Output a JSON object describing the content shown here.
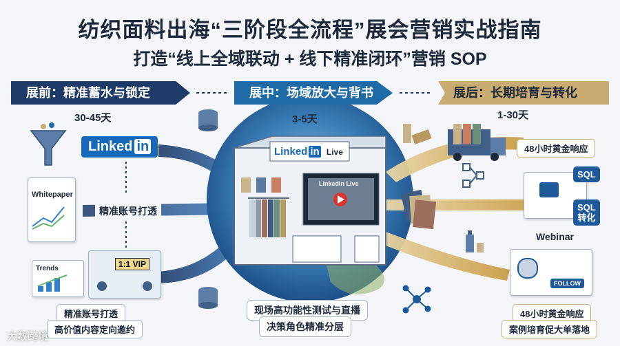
{
  "title": "纺织面料出海“三阶段全流程”展会营销实战指南",
  "subtitle": "打造“线上全域联动 + 线下精准闭环”营销 SOP",
  "phases": {
    "pre": {
      "label": "展前：精准蓄水与锁定",
      "duration": "30-45天"
    },
    "mid": {
      "label": "展中：场域放大与背书",
      "duration": "3-5天"
    },
    "post": {
      "label": "展后：长期培育与转化",
      "duration": "1-30天"
    }
  },
  "pre": {
    "linkedin": "Linked",
    "linkedin_in": "in",
    "whitepaper": "Whitepaper",
    "strip_label": "精准账号打透",
    "trends": "Trends",
    "vip": "1:1 VIP",
    "bottom_label_1": "精准账号打透",
    "bottom_label_2": "高价值内容定向邀约"
  },
  "mid": {
    "booth_sign": "Linked",
    "booth_sign_in": "in",
    "booth_sign_live": "Live",
    "screen_label": "LinkedIn Live",
    "bottom_label_1": "现场高功能性测试与直播",
    "bottom_label_2": "决策角色精准分层"
  },
  "post": {
    "response_top": "48小时黄金响应",
    "sql_1": "SQL",
    "sql_2": "SQL\n转化",
    "webinar": "Webinar",
    "follow": "FOLLOW",
    "bottom_label_1": "48小时黄金响应",
    "bottom_label_2": "案例培育促大单落地"
  },
  "watermark": "大数跨境",
  "colors": {
    "navy": "#1e3a66",
    "blue": "#1d6aa6",
    "gold": "#c9ac72",
    "linkedin": "#1668b8"
  }
}
